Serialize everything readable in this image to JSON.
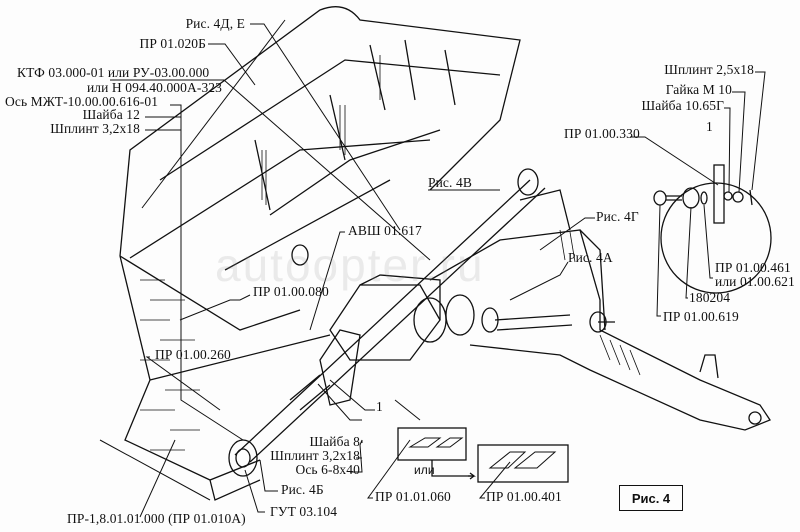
{
  "figure_label": "Рис. 4",
  "watermark": "autoopter.ru",
  "labels": {
    "ris_4d_e": "Рис. 4Д, Е",
    "pr_01_020b": "ПР 01.020Б",
    "ktf": "КТФ 03.000-01 или РУ-03.00.000",
    "ili_n": "или Н 094.40.000А-323",
    "os_mzht": "Ось МЖТ-10.00.00.616-01",
    "shaiba_12": "Шайба 12",
    "shplint_32_top": "Шплинт 3,2х18",
    "ris_4v": "Рис. 4В",
    "ris_4g": "Рис. 4Г",
    "ris_4a": "Рис. 4А",
    "avsh": "АВШ 01.617",
    "pr_01_00_080": "ПР 01.00.080",
    "pr_01_00_260": "ПР 01.00.260",
    "callout_1": "1",
    "shaiba_8": "Шайба 8",
    "shplint_32_bottom": "Шплинт 3,2х18",
    "os_6_8x40": "Ось 6-8х40",
    "ris_4b": "Рис. 4Б",
    "gut": "ГУТ 03.104",
    "pr_1_8": "ПР-1,8.01.01.000 (ПР 01.010А)",
    "pr_01_01_060": "ПР 01.01.060",
    "ili": "или",
    "pr_01_00_401": "ПР 01.00.401"
  },
  "detail_1": {
    "title": "1",
    "shplint": "Шплинт 2,5х18",
    "gaika": "Гайка М 10",
    "shaiba": "Шайба 10.65Г",
    "pr_330": "ПР 01.00.330",
    "pr_461": "ПР 01.00.461",
    "ili_621": "или 01.00.621",
    "bearing": "180204",
    "pr_619": "ПР 01.00.619"
  }
}
